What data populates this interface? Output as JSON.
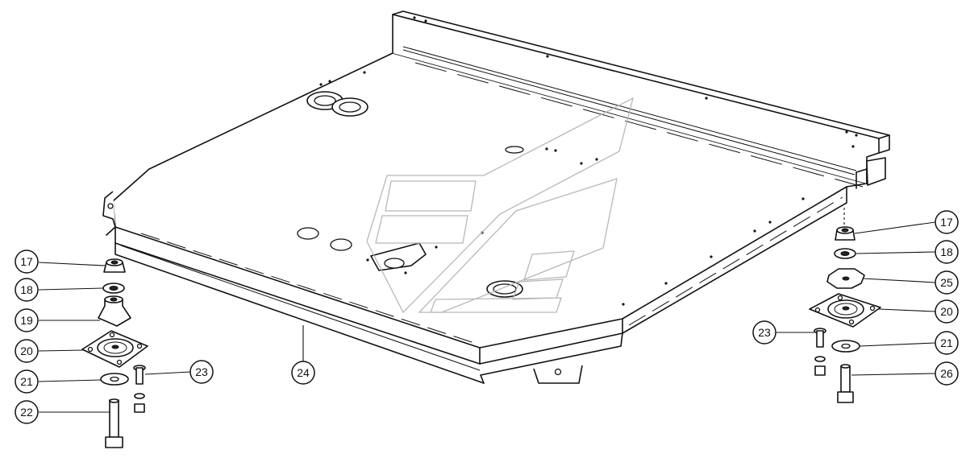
{
  "callouts": {
    "left_17": "17",
    "left_18": "18",
    "left_19": "19",
    "left_20": "20",
    "left_21": "21",
    "left_22": "22",
    "left_23": "23",
    "center_24": "24",
    "right_17": "17",
    "right_18": "18",
    "right_25": "25",
    "right_20": "20",
    "right_23": "23",
    "right_21": "21",
    "right_26": "26"
  },
  "colors": {
    "ink": "#111111",
    "background": "#ffffff",
    "watermark": "#b8b8b8"
  }
}
